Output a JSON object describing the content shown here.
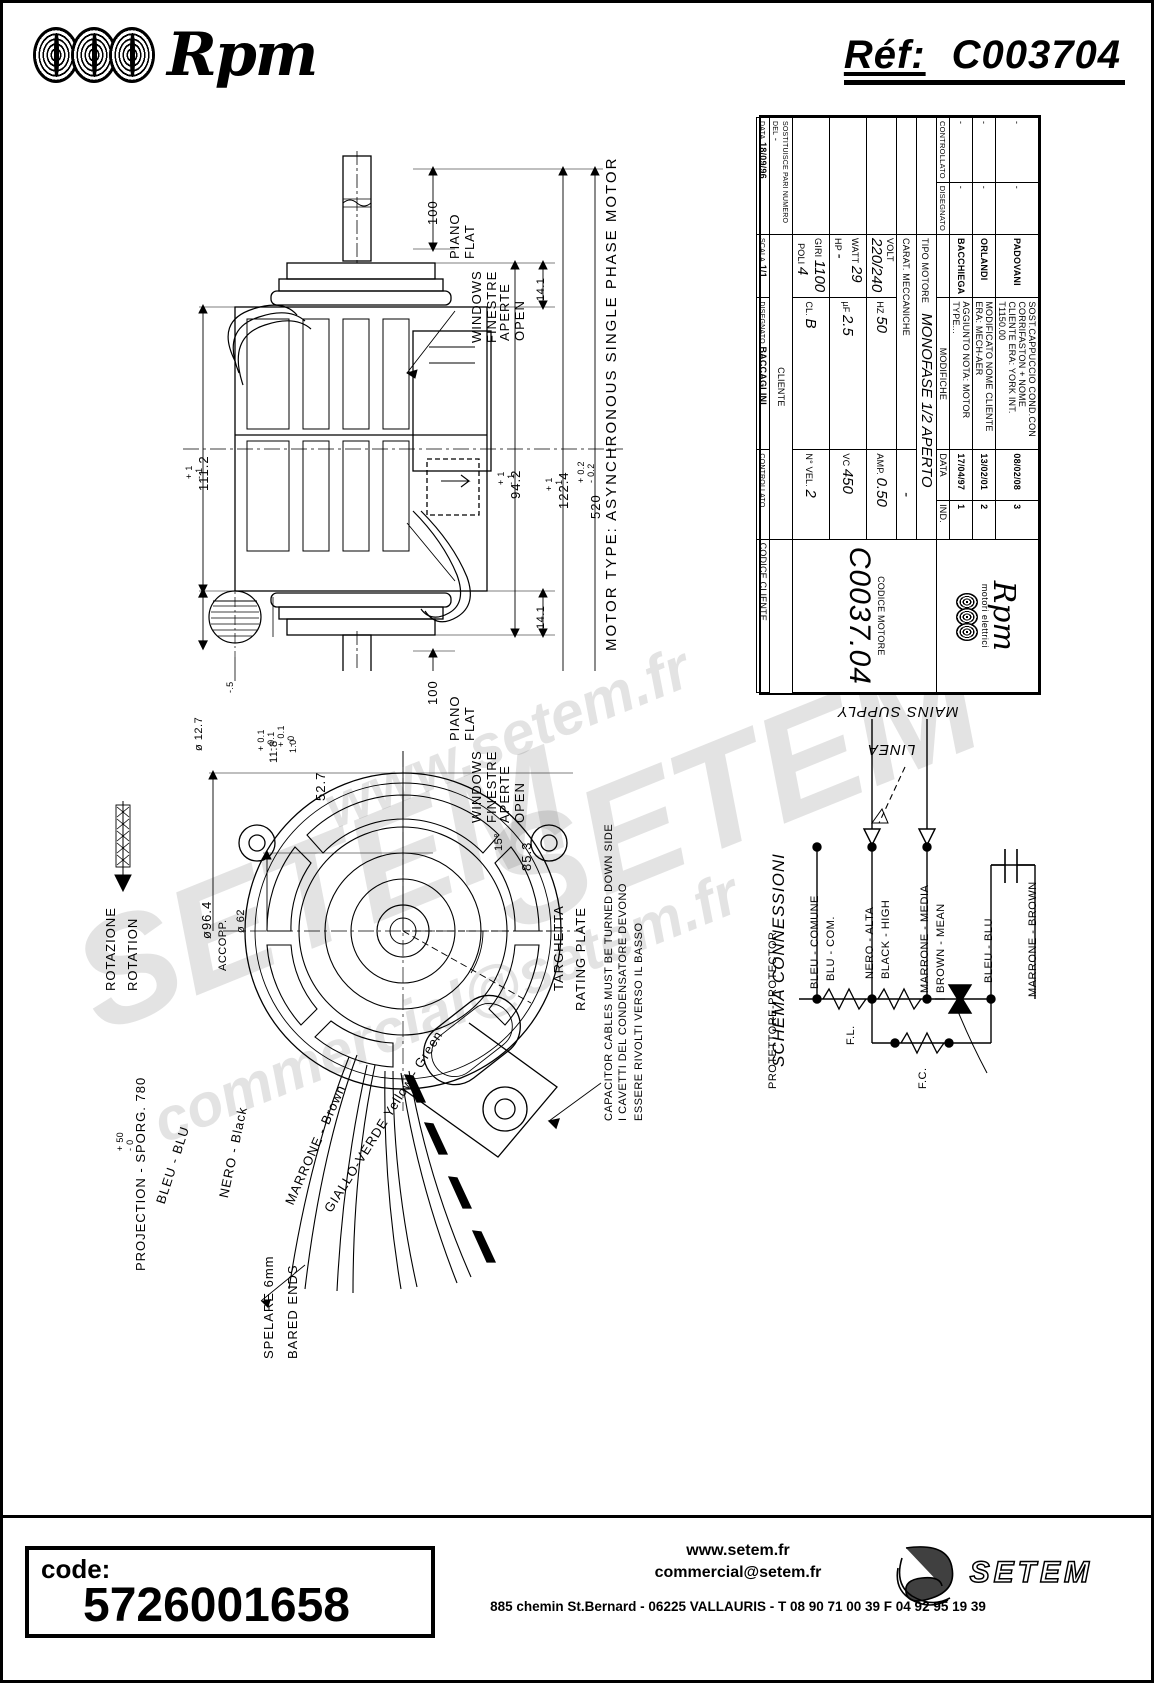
{
  "header": {
    "brand": "Rpm",
    "ref_label": "Réf:",
    "ref_value": "C003704"
  },
  "watermark": {
    "line1": "SETEM",
    "line2": "www.setem.fr",
    "line3": "commercial@setem.fr"
  },
  "drawing": {
    "title_note": "MOTOR TYPE: ASYNCHRONOUS SINGLE PHASE MOTOR",
    "dimensions": {
      "overall_height": "111.2",
      "overall_height_tol": "+ 1\n- 1",
      "flat_100_top": "100",
      "flat_100_bottom": "100",
      "piano_flat": "PIANO\nFLAT",
      "windows_top": "WINDOWS\nFINESTRE",
      "windows_open_top": "APERTE\nOPEN",
      "windows_bottom": "WINDOWS\nFINESTRE",
      "windows_open_bottom": "APERTE\nOPEN",
      "d14_1_top": "14.1",
      "d14_1_bottom": "14.1",
      "d94_2": "94.2",
      "d94_2_tol": "+ 1\n- 1",
      "d122_4": "122.4",
      "d122_4_tol": "+ 1\n- 1",
      "d520": "520",
      "d520_tol": "+ 0.2\n- 0.2",
      "shaft_dia": "ø 12.7",
      "shaft_tol_up": "-.5",
      "d11_8": "11.8",
      "d11_8_tol": "+ 0.1\n- 0.1",
      "d1_0": "1.0",
      "d1_0_tol": "+ 0.1\n- 0",
      "d52_7": "52.7",
      "d96_4": "ø96.4",
      "d62": "ø 62",
      "accopp": "ACCOPP.",
      "d85_3": "85.3",
      "angle_15": "15°",
      "projection": "PROJECTION - SPORG. 780",
      "projection_tol": "+ 50\n- 0"
    },
    "callouts": {
      "rotation_it": "ROTAZIONE",
      "rotation_en": "ROTATION",
      "rating_plate_it": "TARGHETTA",
      "rating_plate_en": "RATING PLATE",
      "capacitor_note_it": "I CAVETTI DEL CONDENSATORE DEVONO",
      "capacitor_note_it2": "ESSERE RIVOLTI VERSO IL BASSO",
      "capacitor_note_en": "CAPACITOR CABLES MUST BE TURNED DOWN SIDE",
      "bared_ends_it": "SPELARE 6mm",
      "bared_ends_en": "BARED ENDS"
    },
    "cables": [
      "BLEU - BLU",
      "NERO - Black",
      "MARRONE - Brown",
      "GIALLO-VERDE  Yellow - Green"
    ]
  },
  "title_block": {
    "motor_type_header": "MOTOR TYPE: ASYNCHRONOUS SINGLE PHASE MOTOR",
    "revisions": [
      {
        "ind": "3",
        "data": "08/02/08",
        "desc": "SOST.CAPPUCCIO COND.CON CORRIFASTON + NOME CLIENTE ERA: YORK INT. T1150.00",
        "name": "PADOVANI",
        "mark": "-"
      },
      {
        "ind": "2",
        "data": "13/02/01",
        "desc": "MODIFICATO NOME CLIENTE ERA: MECH-AER",
        "name": "ORLANDI",
        "mark": "-"
      },
      {
        "ind": "1",
        "data": "17/04/97",
        "desc": "AGGIUNTO NOTA: MOTOR TYPE...",
        "name": "BACCHIEGA",
        "mark": "-"
      }
    ],
    "rev_col_headers": {
      "ind": "IND.",
      "data": "DATA",
      "desc": "MODIFICHE",
      "designed": "DISEGNATO",
      "checked": "CONTROLLATO"
    },
    "motor_type_label": "TIPO MOTORE",
    "motor_type_value": "MONOFASE 1/2 APERTO",
    "mech_label": "CARAT. MECCANICHE",
    "mech_value": "-",
    "specs": [
      {
        "label": "VOLT",
        "value": "220/240",
        "label2": "HZ",
        "value2": "50",
        "label3": "AMP.",
        "value3": "0.50"
      },
      {
        "label": "WATT",
        "value": "29",
        "label2": "HP",
        "value2": "-",
        "label3": "µF",
        "value3": "2.5",
        "label4": "VC",
        "value4": "450"
      },
      {
        "label": "GIRI",
        "value": "1100",
        "label2": "POLI",
        "value2": "4",
        "label3": "CL.",
        "value3": "B",
        "label4": "N° VEL.",
        "value4": "2"
      }
    ],
    "client_label": "CLIENTE",
    "client_code_label": "CODICE CLIENTE",
    "motor_code_label": "CODICE MOTORE",
    "motor_code_value": "C0037.04",
    "brand": "Rpm",
    "brand_sub": "motori elettrici",
    "replaces_label": "SOSTITUISCE PARI NUMERO DEL",
    "replaces_value": "-",
    "date_label": "DATA",
    "date_value": "18/09/96",
    "scale_label": "SCALA",
    "scale_value": "1/1",
    "designer_label": "DISEGNATO",
    "designer_value": "BACCAGLINI",
    "checker_label": "CONTROLLATO",
    "checker_value": ""
  },
  "wiring": {
    "title": "SCHEMA CONNESSIONI",
    "mains_supply": "MAINS SUPPLY",
    "linea": "LINEA",
    "leads": [
      {
        "it": "MARRONE - MEDIA",
        "en": "BROWN - MEAN"
      },
      {
        "it": "NERO - ALTA",
        "en": "BLACK - HIGH"
      },
      {
        "it": "BLEU - COMUNE",
        "en": "BLU - COM."
      },
      {
        "it": "BLEU - BLU",
        "en": "MARRONE - BROWN"
      }
    ],
    "fl": "F.L.",
    "fc": "F.C.",
    "protector": "PROTETTORE-PROTECTOR"
  },
  "footer": {
    "code_label": "code:",
    "code_value": "5726001658",
    "website": "www.setem.fr",
    "email": "commercial@setem.fr",
    "address": "885 chemin St.Bernard  -   06225 VALLAURIS  -  T 08 90 71 00 39   F 04 92 95 19 39",
    "logo_text": "SETEM"
  }
}
